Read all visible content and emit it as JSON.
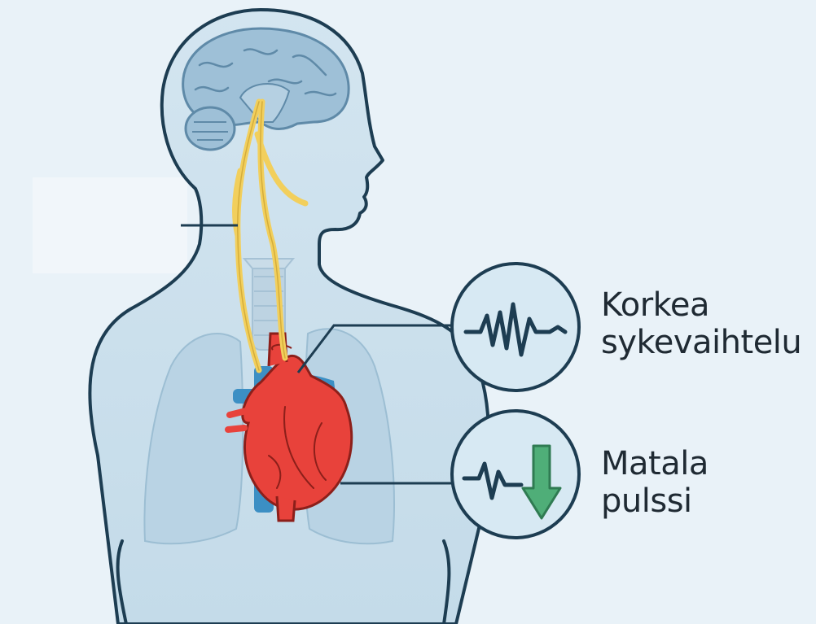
{
  "labels": {
    "hrv": {
      "line1": "Korkea",
      "line2": "sykevaihtelu"
    },
    "pulse": {
      "line1": "Matala",
      "line2": "pulssi"
    }
  },
  "icons": {
    "hrv": "heart-rate-variability-waveform-icon",
    "pulse": "low-pulse-waveform-down-arrow-icon",
    "body": "human-upper-body-icon",
    "brain": "brain-icon",
    "heart": "heart-icon",
    "lungs": "lungs-icon",
    "nerve": "vagus-nerve-icon"
  },
  "colors": {
    "background": "#e9f2f8",
    "body_fill": "#cfe2ee",
    "outline": "#1d3d52",
    "heart": "#e8423b",
    "vessels": "#3c8fc4",
    "nerve": "#f2cf5c",
    "arrow": "#4fae78"
  }
}
